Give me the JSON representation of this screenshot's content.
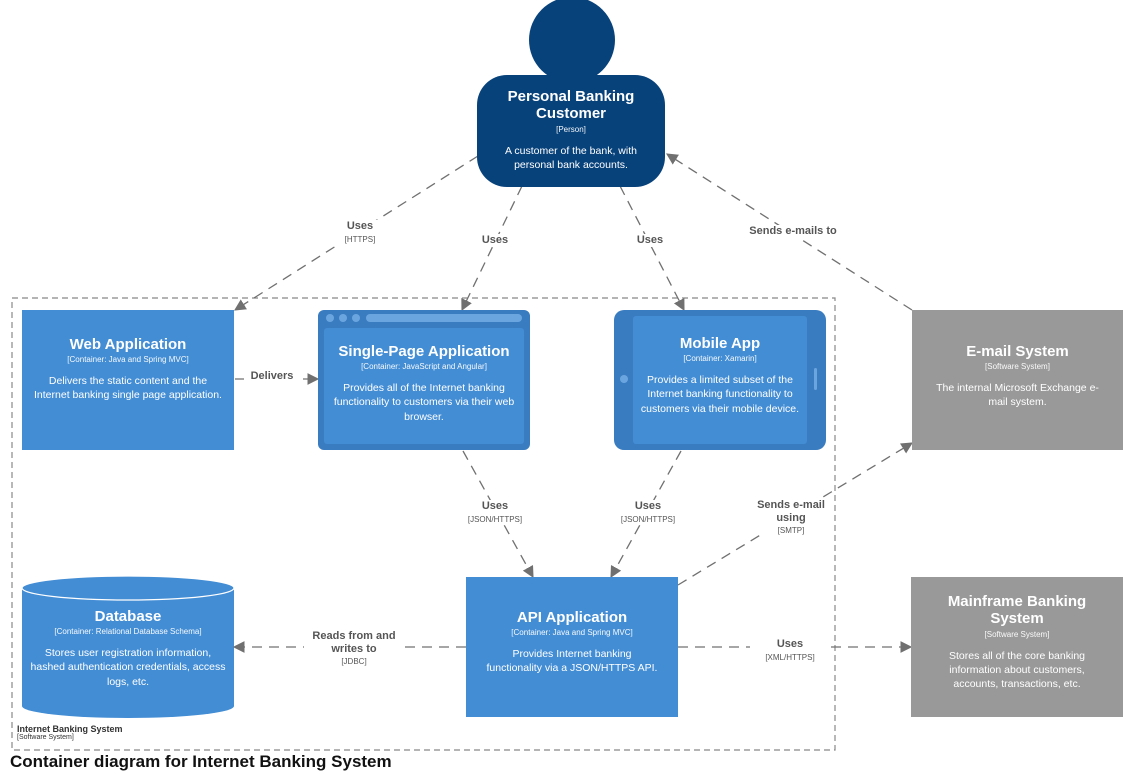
{
  "person": {
    "name": "Personal Banking Customer",
    "type": "[Person]",
    "description": "A customer of the bank, with personal bank accounts."
  },
  "containers": {
    "web_app": {
      "name": "Web Application",
      "tech": "[Container: Java and Spring MVC]",
      "description": "Delivers the static content and the Internet banking single page application."
    },
    "spa": {
      "name": "Single-Page Application",
      "tech": "[Container: JavaScript and Angular]",
      "description": "Provides all of the Internet banking functionality to customers via their web browser."
    },
    "mobile": {
      "name": "Mobile App",
      "tech": "[Container: Xamarin]",
      "description": "Provides a limited subset of the Internet banking functionality to customers via their mobile device."
    },
    "database": {
      "name": "Database",
      "tech": "[Container: Relational Database Schema]",
      "description": "Stores user registration information, hashed authentication credentials, access logs, etc."
    },
    "api": {
      "name": "API Application",
      "tech": "[Container: Java and Spring MVC]",
      "description": "Provides Internet banking functionality via a JSON/HTTPS API."
    }
  },
  "external": {
    "email": {
      "name": "E-mail System",
      "type": "[Software System]",
      "description": "The internal Microsoft Exchange e-mail system."
    },
    "mainframe": {
      "name": "Mainframe Banking System",
      "type": "[Software System]",
      "description": "Stores all of the core banking information about customers, accounts, transactions, etc."
    }
  },
  "relations": {
    "person_web": {
      "label": "Uses",
      "protocol": "[HTTPS]"
    },
    "person_spa": {
      "label": "Uses",
      "protocol": ""
    },
    "person_mobile": {
      "label": "Uses",
      "protocol": ""
    },
    "email_person": {
      "label": "Sends e-mails to",
      "protocol": ""
    },
    "web_spa": {
      "label": "Delivers",
      "protocol": ""
    },
    "spa_api": {
      "label": "Uses",
      "protocol": "[JSON/HTTPS]"
    },
    "mobile_api": {
      "label": "Uses",
      "protocol": "[JSON/HTTPS]"
    },
    "api_email": {
      "label": "Sends e-mail using",
      "protocol": "[SMTP]"
    },
    "api_db": {
      "label": "Reads from and writes to",
      "protocol": "[JDBC]"
    },
    "api_mainframe": {
      "label": "Uses",
      "protocol": "[XML/HTTPS]"
    }
  },
  "boundary": {
    "name": "Internet Banking System",
    "type": "[Software System]"
  },
  "caption": "Container diagram for Internet Banking System",
  "colors": {
    "person": "#08427b",
    "container": "#438dd5",
    "container_dark": "#3a7cc0",
    "external": "#999999",
    "line": "#707070"
  }
}
